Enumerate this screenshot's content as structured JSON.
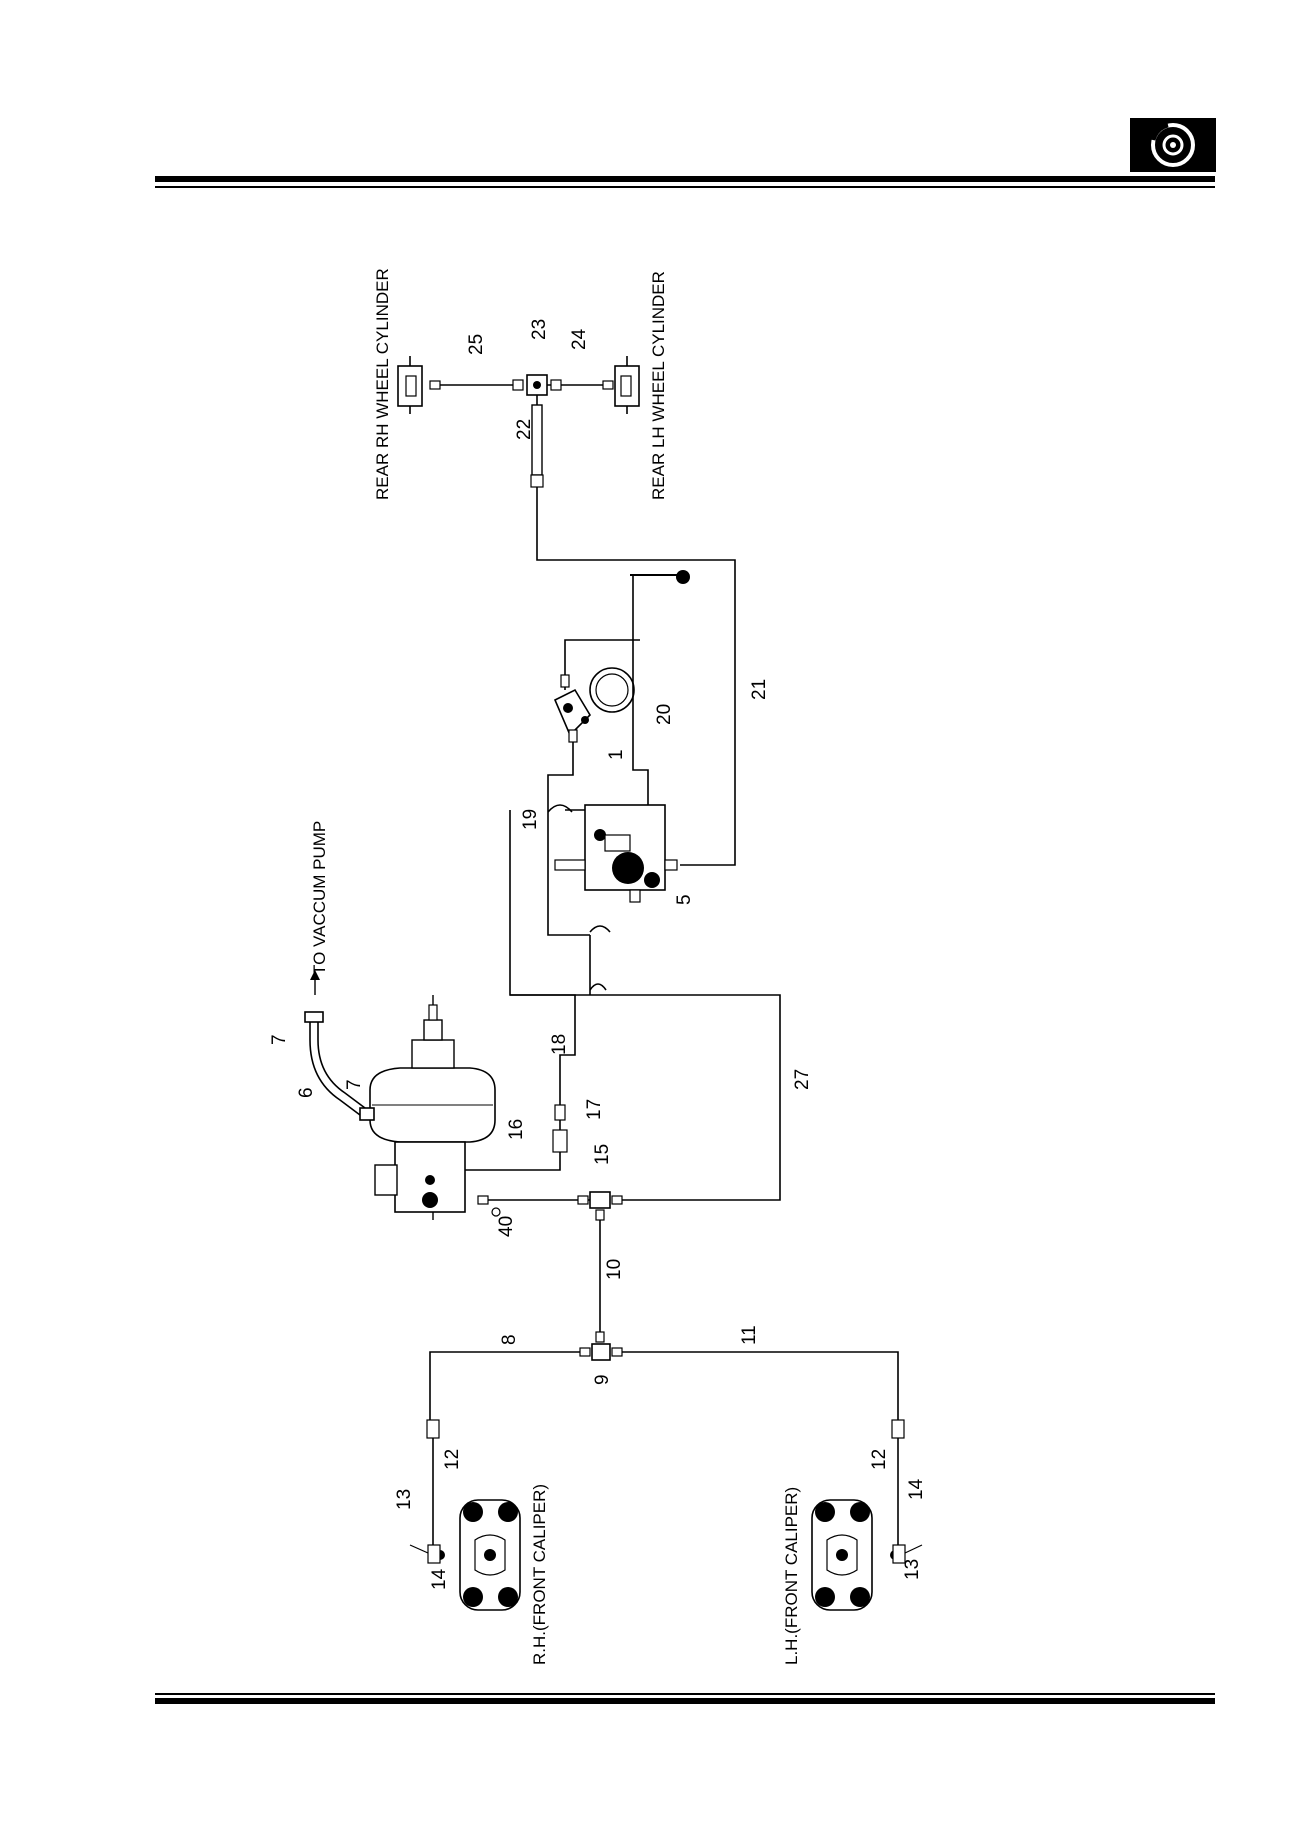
{
  "header": {
    "icon": "brake-disc-icon"
  },
  "labels": {
    "rear_rh": "REAR RH WHEEL CYLINDER",
    "rear_lh": "REAR LH WHEEL CYLINDER",
    "vacuum": "TO VACCUM PUMP",
    "rh_caliper": "R.H.(FRONT CALIPER)",
    "lh_caliper": "L.H.(FRONT CALIPER)"
  },
  "callouts": {
    "n1": "1",
    "n5": "5",
    "n6": "6",
    "n7a": "7",
    "n7b": "7",
    "n8": "8",
    "n9": "9",
    "n10": "10",
    "n11": "11",
    "n12a": "12",
    "n12b": "12",
    "n13a": "13",
    "n13b": "13",
    "n14a": "14",
    "n14b": "14",
    "n15": "15",
    "n16": "16",
    "n17": "17",
    "n18": "18",
    "n19": "19",
    "n20": "20",
    "n21": "21",
    "n22": "22",
    "n23": "23",
    "n24": "24",
    "n25": "25",
    "n27": "27",
    "n40": "40"
  }
}
